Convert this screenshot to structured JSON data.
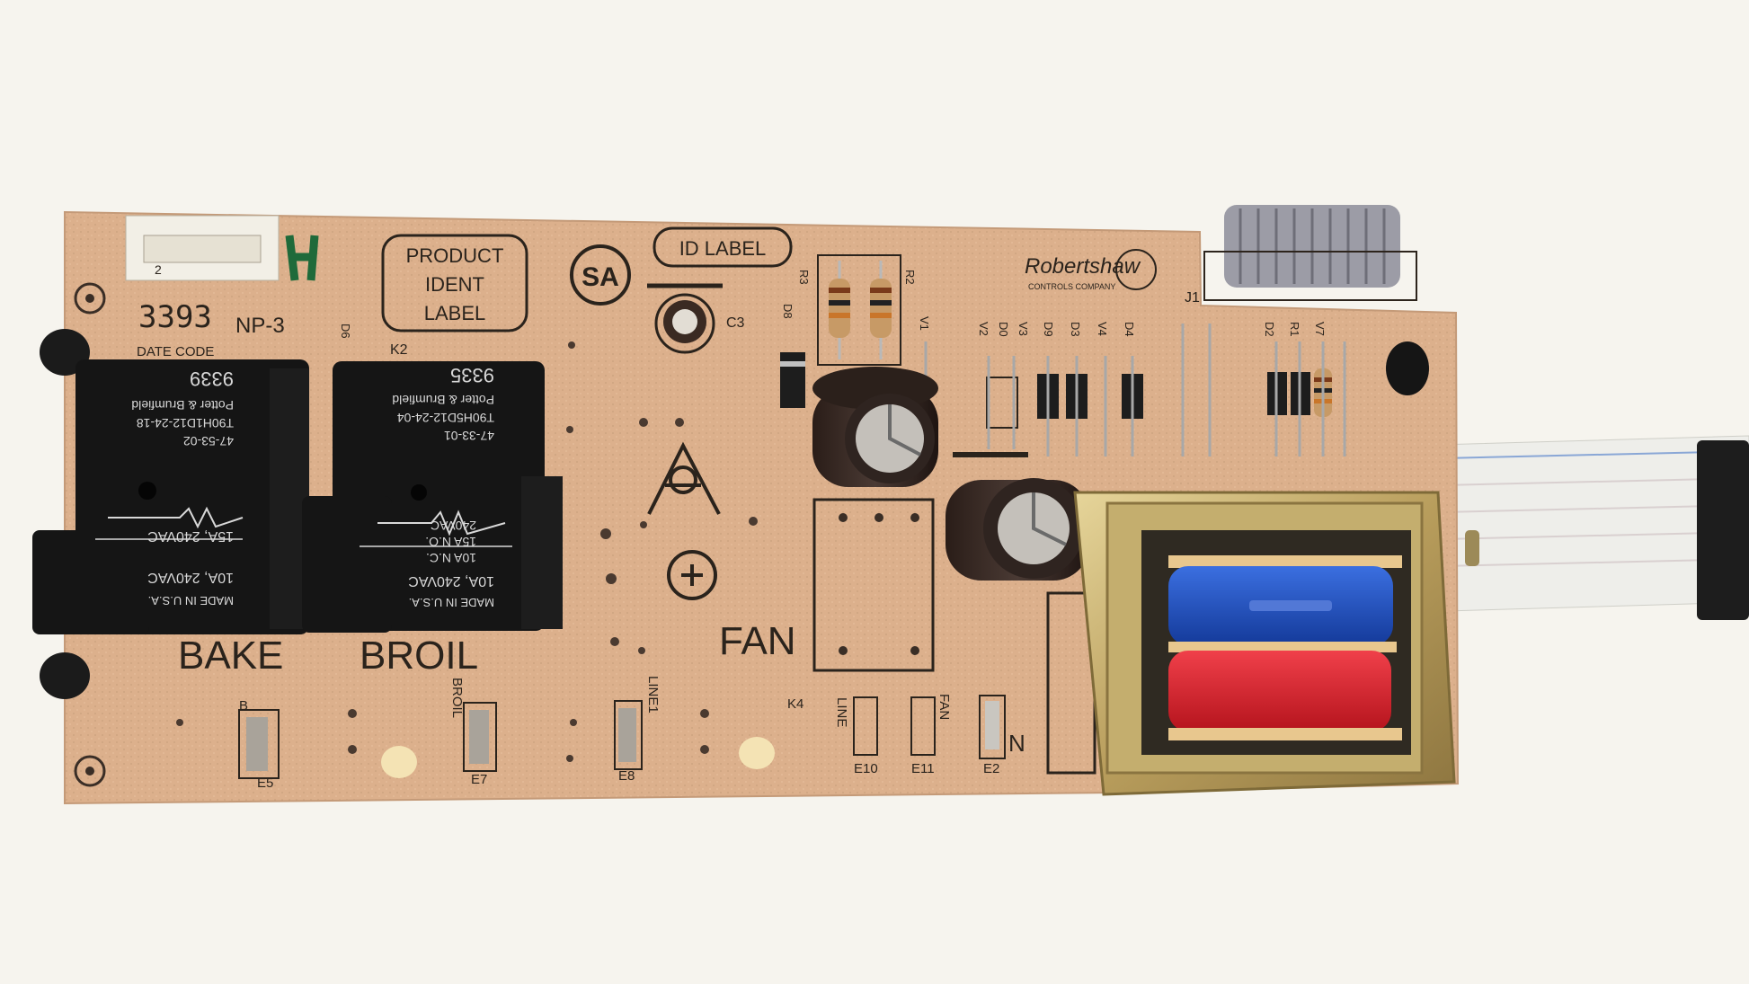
{
  "colors": {
    "background": "#f6f4ee",
    "board": "#dcb08c",
    "relay": "#151515",
    "coil_blue": "#1f4fc4",
    "coil_red": "#e0242e",
    "transformer_frame": "#c9b27a"
  },
  "board": {
    "date_code_number": "3393",
    "np_label": "NP-3",
    "date_code_label": "DATE CODE",
    "product_ident_line1": "PRODUCT",
    "product_ident_line2": "IDENT",
    "product_ident_line3": "LABEL",
    "id_label": "ID LABEL",
    "csa_mark": "SA",
    "brand": "Robertshaw",
    "brand_sub": "CONTROLS COMPANY",
    "designators": {
      "k2": "K2",
      "k4": "K4",
      "j1": "J1",
      "c3": "C3",
      "r3": "R3",
      "r2": "R2",
      "r1": "R1",
      "d6": "D6",
      "d8": "D8",
      "d0": "D0",
      "d3": "D3",
      "d4": "D4",
      "d9": "D9",
      "d2": "D2",
      "v1": "V1",
      "v2": "V2",
      "v3": "V3",
      "v4": "V4",
      "v7": "V7",
      "e5": "E5",
      "e7": "E7",
      "e8": "E8",
      "e10": "E10",
      "e11": "E11",
      "e2": "E2"
    },
    "function_labels": {
      "bake": "BAKE",
      "broil": "BROIL",
      "fan": "FAN",
      "b": "B",
      "broil_vertical": "BROIL",
      "line1_vertical": "LINE1",
      "line_vertical": "LINE",
      "fan_vertical": "FAN",
      "n": "N"
    }
  },
  "relay_bake": {
    "made_in": "MADE IN U.S.A.",
    "rating1": "10A, 240VAC",
    "rating2": "15A, 240VAC",
    "part_number": "47-53-02",
    "model": "T90H1D12-24-18",
    "maker": "Potter & Brumfield",
    "code": "9339"
  },
  "relay_broil": {
    "made_in": "MADE IN U.S.A.",
    "rating1": "10A, 240VAC",
    "rating2": "10A N.C.",
    "rating3": "15A N.O.",
    "rating4": "240VAC",
    "part_number": "47-33-01",
    "model": "T90H5D12-24-04",
    "maker": "Potter & Brumfield",
    "code": "9335"
  }
}
